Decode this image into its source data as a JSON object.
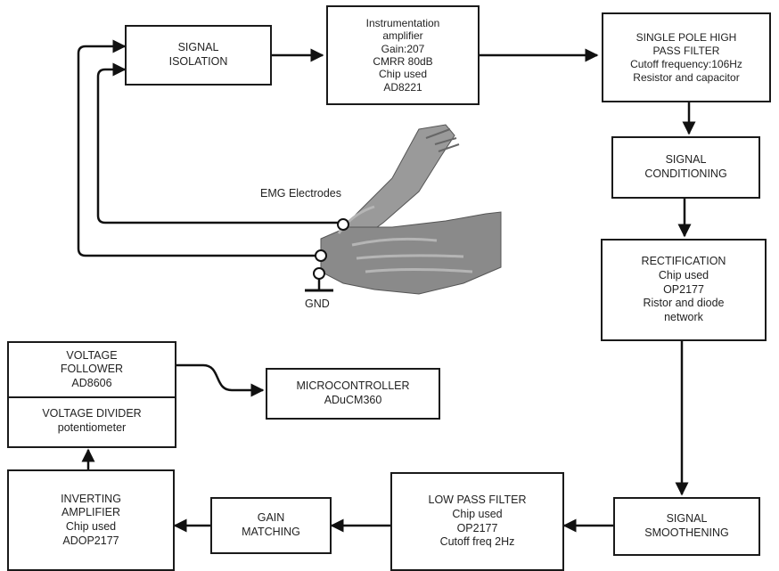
{
  "blocks": {
    "signal_isolation": [
      "SIGNAL",
      "ISOLATION"
    ],
    "instrumentation_amplifier": [
      "Instrumentation",
      "amplifier",
      "Gain:207",
      "CMRR 80dB",
      "Chip used",
      "AD8221"
    ],
    "high_pass_filter": [
      "SINGLE POLE HIGH",
      "PASS FILTER",
      "Cutoff frequency:106Hz",
      "Resistor and capacitor"
    ],
    "signal_conditioning": [
      "SIGNAL",
      "CONDITIONING"
    ],
    "rectification": [
      "RECTIFICATION",
      "Chip used",
      "OP2177",
      "Ristor and diode",
      "network"
    ],
    "signal_smoothening": [
      "SIGNAL",
      "SMOOTHENING"
    ],
    "low_pass_filter": [
      "LOW PASS FILTER",
      "Chip used",
      "OP2177",
      "Cutoff freq 2Hz"
    ],
    "gain_matching": [
      "GAIN",
      "MATCHING"
    ],
    "inverting_amplifier": [
      "INVERTING",
      "AMPLIFIER",
      "Chip used",
      "ADOP2177"
    ],
    "voltage_follower": [
      "VOLTAGE",
      "FOLLOWER",
      "AD8606"
    ],
    "voltage_divider": [
      "VOLTAGE DIVIDER",
      "potentiometer"
    ],
    "microcontroller": [
      "MICROCONTROLLER",
      "ADuCM360"
    ]
  },
  "labels": {
    "electrodes": "EMG Electrodes",
    "ground": "GND"
  },
  "colors": {
    "line": "#111111",
    "muscle": "#8a8a8a"
  }
}
